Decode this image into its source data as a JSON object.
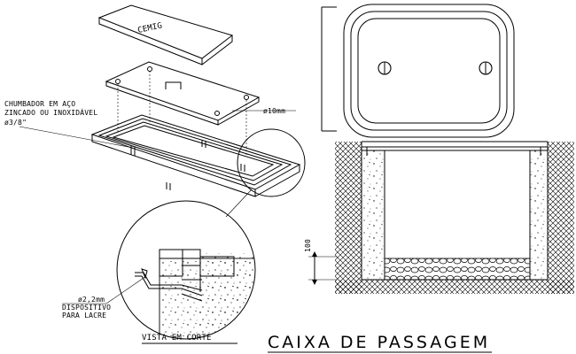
{
  "labels": {
    "brand": "CEMIG",
    "anchor_line1": "CHUMBADOR EM AÇO",
    "anchor_line2": "ZINCADO OU INOXIDÁVEL",
    "anchor_dim": "ø3/8\"",
    "rod_dim": "ø10mm",
    "wire_dim": "ø2,2mm",
    "device_line1": "DISPOSITIVO",
    "device_line2": "PARA LACRE",
    "section_view": "VISTA EM CORTE",
    "depth_dim": "100",
    "title": "CAIXA DE PASSAGEM"
  },
  "colors": {
    "ink": "#000000",
    "paper": "#ffffff"
  }
}
